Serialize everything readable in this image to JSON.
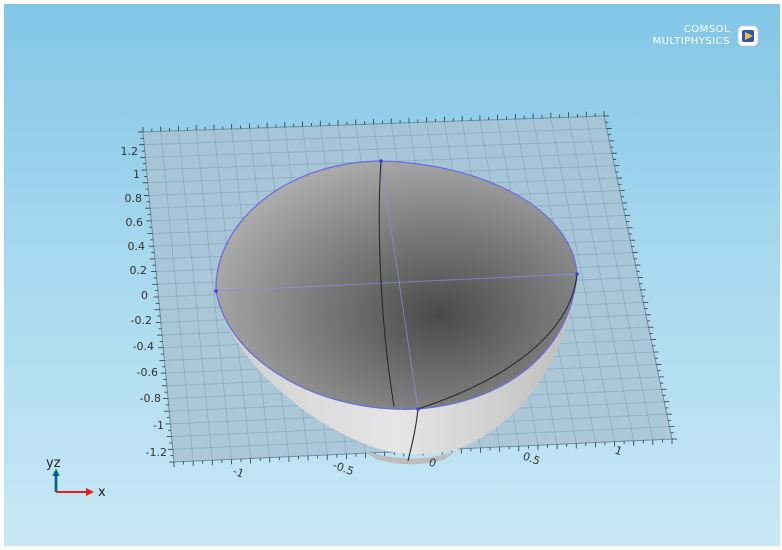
{
  "app": {
    "name": "COMSOL Multiphysics",
    "logo_line1": "COMSOL",
    "logo_line2": "MULTIPHYSICS"
  },
  "scene": {
    "background_top": "#82c6e6",
    "background_bottom": "#c8e8f6",
    "work_plane_color": "#a9c3d3",
    "grid_color": "#6f8ea3",
    "edge_color": "#6a6ae0",
    "y_axis_ticks": [
      "1.2",
      "1",
      "0.8",
      "0.6",
      "0.4",
      "0.2",
      "0",
      "-0.2",
      "-0.4",
      "-0.6",
      "-0.8",
      "-1",
      "-1.2"
    ],
    "x_axis_ticks": [
      "-1",
      "-0.5",
      "0",
      "0.5",
      "1"
    ]
  },
  "triad": {
    "vertical_label": "yz",
    "horizontal_label": "x",
    "colors": {
      "x": "#e0201a",
      "y": "#1fb01f",
      "z": "#1a36e0"
    }
  }
}
